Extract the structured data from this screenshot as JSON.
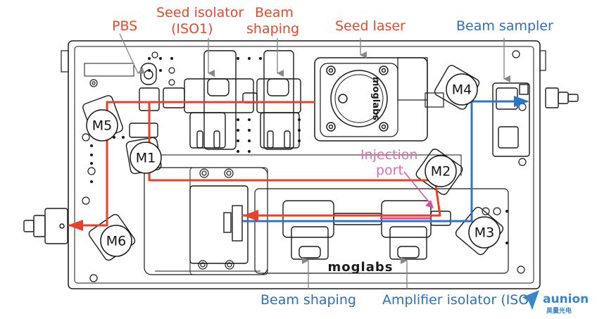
{
  "colors": {
    "red": "#e8402b",
    "blue": "#2f73c4",
    "pink": "#d9509a",
    "label_red": "#e24a2e",
    "label_blue": "#2f6fb3",
    "label_pink": "#d96fae",
    "hardware": "#1a1a1a",
    "logo": "#3a86c8"
  },
  "labels": {
    "pbs": "PBS",
    "seed_isolator_1": "Seed isolator",
    "seed_isolator_2": "(ISO1)",
    "beam_shaping_top_1": "Beam",
    "beam_shaping_top_2": "shaping",
    "seed_laser": "Seed laser",
    "beam_sampler": "Beam sampler",
    "injection_1": "Injection",
    "injection_2": "port",
    "beam_shaping_bottom": "Beam shaping",
    "amplifier_isolator": "Amplifier isolator (ISO"
  },
  "mirrors": [
    {
      "id": "m1",
      "label": "M1"
    },
    {
      "id": "m2",
      "label": "M2"
    },
    {
      "id": "m3",
      "label": "M3"
    },
    {
      "id": "m4",
      "label": "M4"
    },
    {
      "id": "m5",
      "label": "M5"
    },
    {
      "id": "m6",
      "label": "M6"
    }
  ],
  "engravings": {
    "plate_brand": "moglabs",
    "laser_brand": "moglabs"
  },
  "watermark": {
    "name": "aunion",
    "sub": "昊量光电"
  }
}
